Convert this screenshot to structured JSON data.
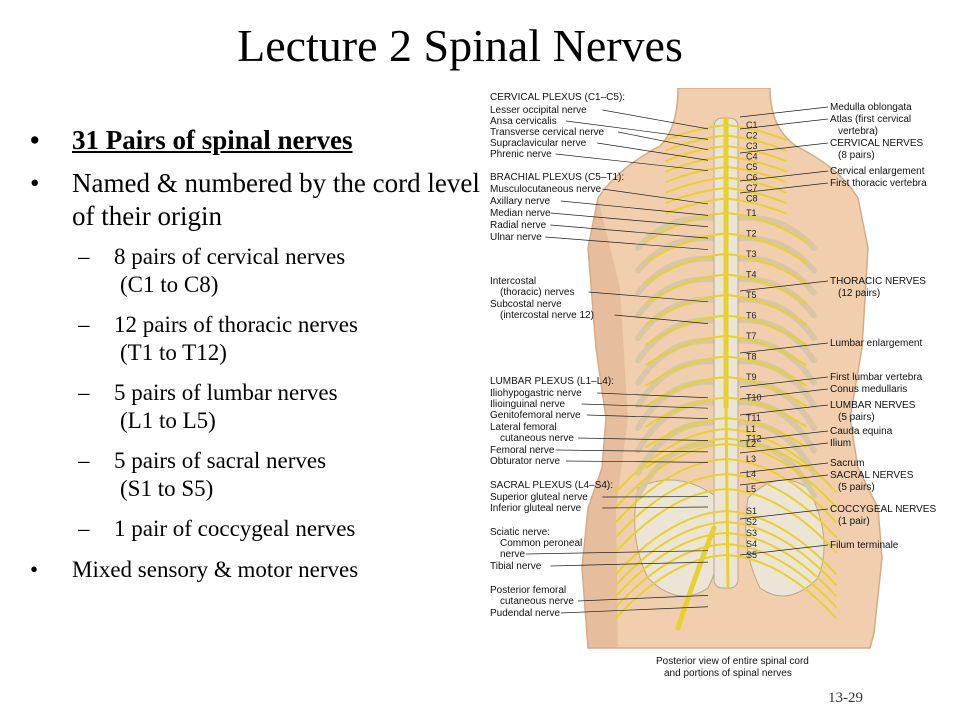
{
  "title": "Lecture 2 Spinal Nerves",
  "bullets": [
    "31 Pairs of spinal nerves",
    "Named & numbered by the cord level of their origin",
    "Mixed sensory & motor nerves"
  ],
  "subbullets": [
    {
      "main": "8 pairs of cervical nerves",
      "range": "(C1 to C8)"
    },
    {
      "main": "12 pairs of thoracic nerves",
      "range": "(T1 to T12)"
    },
    {
      "main": "5 pairs of lumbar nerves",
      "range": "(L1 to L5)"
    },
    {
      "main": "5 pairs of sacral nerves",
      "range": "(S1 to S5)"
    },
    {
      "main": "1 pair of coccygeal nerves",
      "range": ""
    }
  ],
  "left_labels": [
    "CERVICAL PLEXUS (C1–C5):",
    "Lesser occipital nerve",
    "Ansa cervicalis",
    "Transverse cervical nerve",
    "Supraclavicular nerve",
    "Phrenic nerve",
    "BRACHIAL PLEXUS (C5–T1):",
    "Musculocutaneous nerve",
    "Axillary nerve",
    "Median nerve",
    "Radial nerve",
    "Ulnar nerve",
    "Intercostal",
    "(thoracic) nerves",
    "Subcostal nerve",
    "(intercostal nerve 12)",
    "LUMBAR PLEXUS (L1–L4):",
    "Iliohypogastric nerve",
    "Ilioinguinal nerve",
    "Genitofemoral nerve",
    "Lateral femoral",
    "cutaneous nerve",
    "Femoral nerve",
    "Obturator nerve",
    "SACRAL PLEXUS (L4–S4):",
    "Superior gluteal nerve",
    "Inferior gluteal nerve",
    "Sciatic nerve:",
    "Common peroneal",
    "nerve",
    "Tibial nerve",
    "Posterior femoral",
    "cutaneous nerve",
    "Pudendal nerve"
  ],
  "right_labels": [
    "Medulla oblongata",
    "Atlas (first cervical",
    "vertebra)",
    "CERVICAL NERVES",
    "(8 pairs)",
    "Cervical enlargement",
    "First thoracic vertebra",
    "THORACIC NERVES",
    "(12 pairs)",
    "Lumbar enlargement",
    "First lumbar vertebra",
    "Conus medullaris",
    "LUMBAR NERVES",
    "(5 pairs)",
    "Cauda equina",
    "Ilium",
    "Sacrum",
    "SACRAL NERVES",
    "(5 pairs)",
    "COCCYGEAL NERVES",
    "(1 pair)",
    "Filum terminale"
  ],
  "vertebra_labels": [
    "C1",
    "C2",
    "C3",
    "C4",
    "C5",
    "C6",
    "C7",
    "C8",
    "T1",
    "T2",
    "T3",
    "T4",
    "T5",
    "T6",
    "T7",
    "T8",
    "T9",
    "T10",
    "T11",
    "T12",
    "L1",
    "L2",
    "L3",
    "L4",
    "L5",
    "S1",
    "S2",
    "S3",
    "S4",
    "S5"
  ],
  "caption": [
    "Posterior view of entire spinal cord",
    "and portions of spinal nerves"
  ],
  "slide_number": "13-29",
  "colors": {
    "nerve": "#e8d030",
    "skin": "#f1cfae",
    "skin_shadow": "#dcae8c",
    "bone": "#ece4d4"
  }
}
